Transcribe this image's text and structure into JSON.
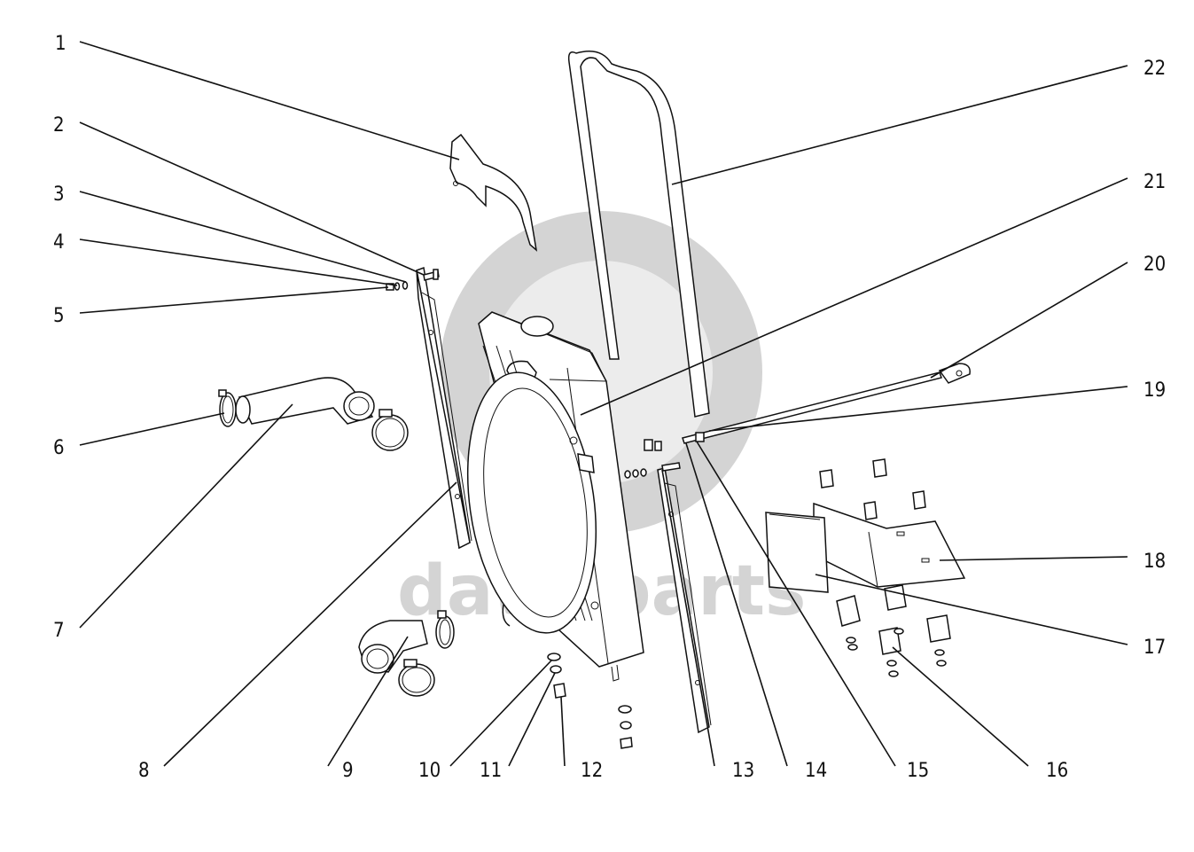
{
  "watermark": {
    "text": "data-parts",
    "color": "#d4d4d4"
  },
  "callouts": [
    {
      "id": "1",
      "label": "1"
    },
    {
      "id": "2",
      "label": "2"
    },
    {
      "id": "3",
      "label": "3"
    },
    {
      "id": "4",
      "label": "4"
    },
    {
      "id": "5",
      "label": "5"
    },
    {
      "id": "6",
      "label": "6"
    },
    {
      "id": "7",
      "label": "7"
    },
    {
      "id": "8",
      "label": "8"
    },
    {
      "id": "9",
      "label": "9"
    },
    {
      "id": "10",
      "label": "10"
    },
    {
      "id": "11",
      "label": "11"
    },
    {
      "id": "12",
      "label": "12"
    },
    {
      "id": "13",
      "label": "13"
    },
    {
      "id": "14",
      "label": "14"
    },
    {
      "id": "15",
      "label": "15"
    },
    {
      "id": "16",
      "label": "16"
    },
    {
      "id": "17",
      "label": "17"
    },
    {
      "id": "18",
      "label": "18"
    },
    {
      "id": "19",
      "label": "19"
    },
    {
      "id": "20",
      "label": "20"
    },
    {
      "id": "21",
      "label": "21"
    },
    {
      "id": "22",
      "label": "22"
    }
  ]
}
